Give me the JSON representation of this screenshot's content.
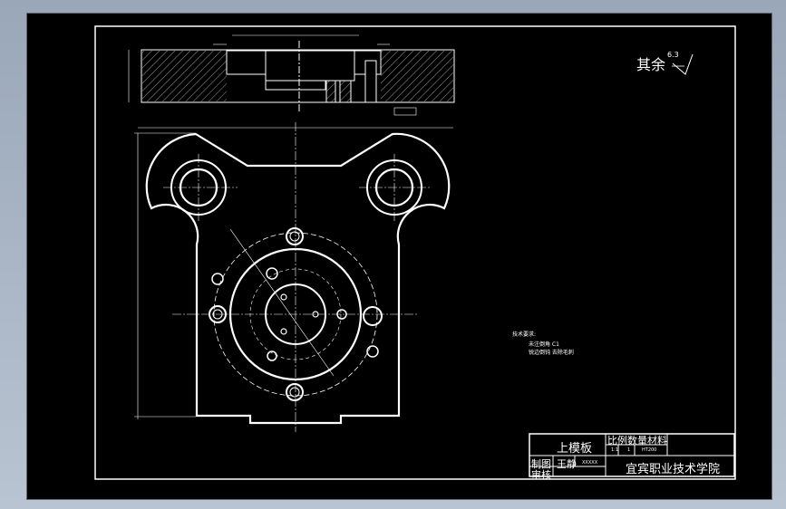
{
  "drawing": {
    "roughness_note": "其余",
    "roughness_value": "6.3",
    "tech_req_title": "技术要求:",
    "tech_req_items": [
      "未注倒角 C1",
      "锐边倒钝 去除毛刺"
    ]
  },
  "title_block": {
    "part_name": "上模板",
    "scale_header": "比例",
    "qty_header": "数量",
    "material_header": "材料",
    "scale_value": "1:1",
    "qty_value": "1",
    "material_value": "HT200",
    "drawn_by_label": "制图",
    "drawn_by_name": "王静",
    "checked_label": "审核",
    "drawing_number": "XXXXX",
    "school": "宜宾职业技术学院"
  },
  "colors": {
    "background": "#000000",
    "lines": "#ffffff",
    "frame_outer": "#9aa7b8"
  }
}
